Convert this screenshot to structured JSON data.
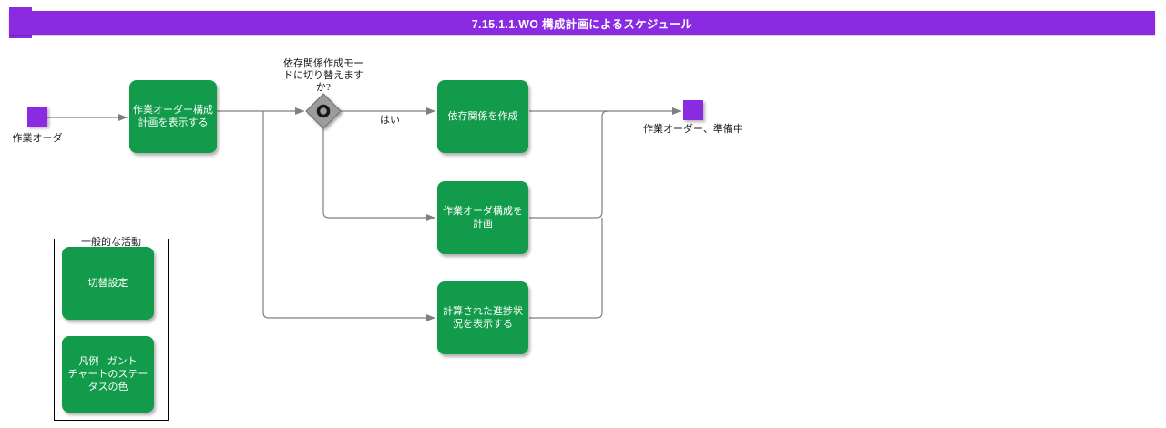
{
  "title": "7.15.1.1.WO 構成計画によるスケジュール",
  "diagram": {
    "start_event": {
      "label": "作業オーダ"
    },
    "tasks": {
      "show_wo_config_plan": "作業オーダー構成\n計画を表示する",
      "create_dependencies": "依存関係を作成",
      "plan_wo_config": "作業オーダ構成を\n計画",
      "show_calculated_progress": "計算された進捗状\n況を表示する"
    },
    "gateway": {
      "question": "依存関係作成モー\nドに切り替えます\nか?",
      "yes_label": "はい"
    },
    "end_event": {
      "label": "作業オーダー、準備中"
    }
  },
  "legend": {
    "title": "一般的な活動",
    "items": [
      "切替設定",
      "凡例 - ガント\nチャートのステー\nタスの色"
    ]
  },
  "colors": {
    "banner_purple": "#8A2BE2",
    "event_purple": "#8A2BE2",
    "task_green": "#119B4A",
    "connector_gray": "#7F7F7F",
    "gateway_gray": "#9C9C9C"
  }
}
